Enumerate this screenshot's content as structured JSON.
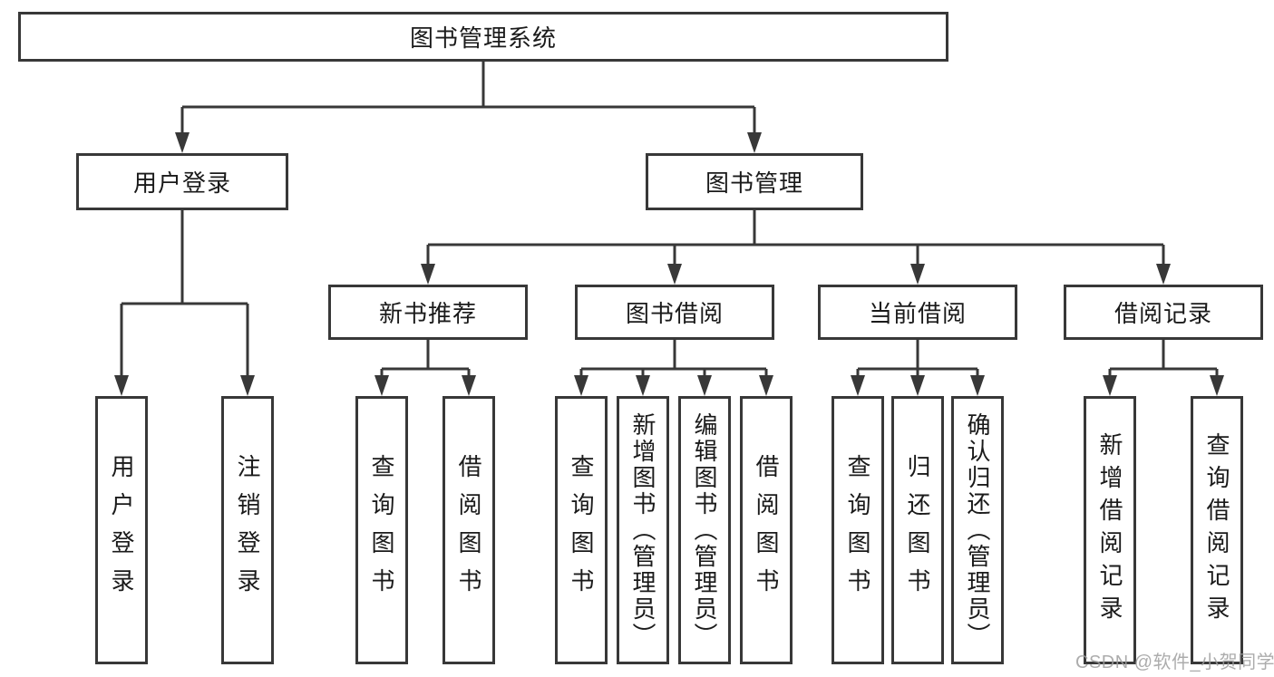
{
  "colors": {
    "line": "#383838",
    "box_border": "#383838",
    "text": "#1a1a1a",
    "watermark": "#9e9e9e"
  },
  "watermark": "CSDN @软件_小贺同学",
  "tree": {
    "root": {
      "label": "图书管理系统",
      "children": [
        {
          "label": "用户登录",
          "children": [
            {
              "label": "用户登录"
            },
            {
              "label": "注销登录"
            }
          ]
        },
        {
          "label": "图书管理",
          "children": [
            {
              "label": "新书推荐",
              "children": [
                {
                  "label": "查询图书"
                },
                {
                  "label": "借阅图书"
                }
              ]
            },
            {
              "label": "图书借阅",
              "children": [
                {
                  "label": "查询图书"
                },
                {
                  "label": "新增图书（管理员）"
                },
                {
                  "label": "编辑图书（管理员）"
                },
                {
                  "label": "借阅图书"
                }
              ]
            },
            {
              "label": "当前借阅",
              "children": [
                {
                  "label": "查询图书"
                },
                {
                  "label": "归还图书"
                },
                {
                  "label": "确认归还（管理员）"
                }
              ]
            },
            {
              "label": "借阅记录",
              "children": [
                {
                  "label": "新增借阅记录"
                },
                {
                  "label": "查询借阅记录"
                }
              ]
            }
          ]
        }
      ]
    }
  }
}
